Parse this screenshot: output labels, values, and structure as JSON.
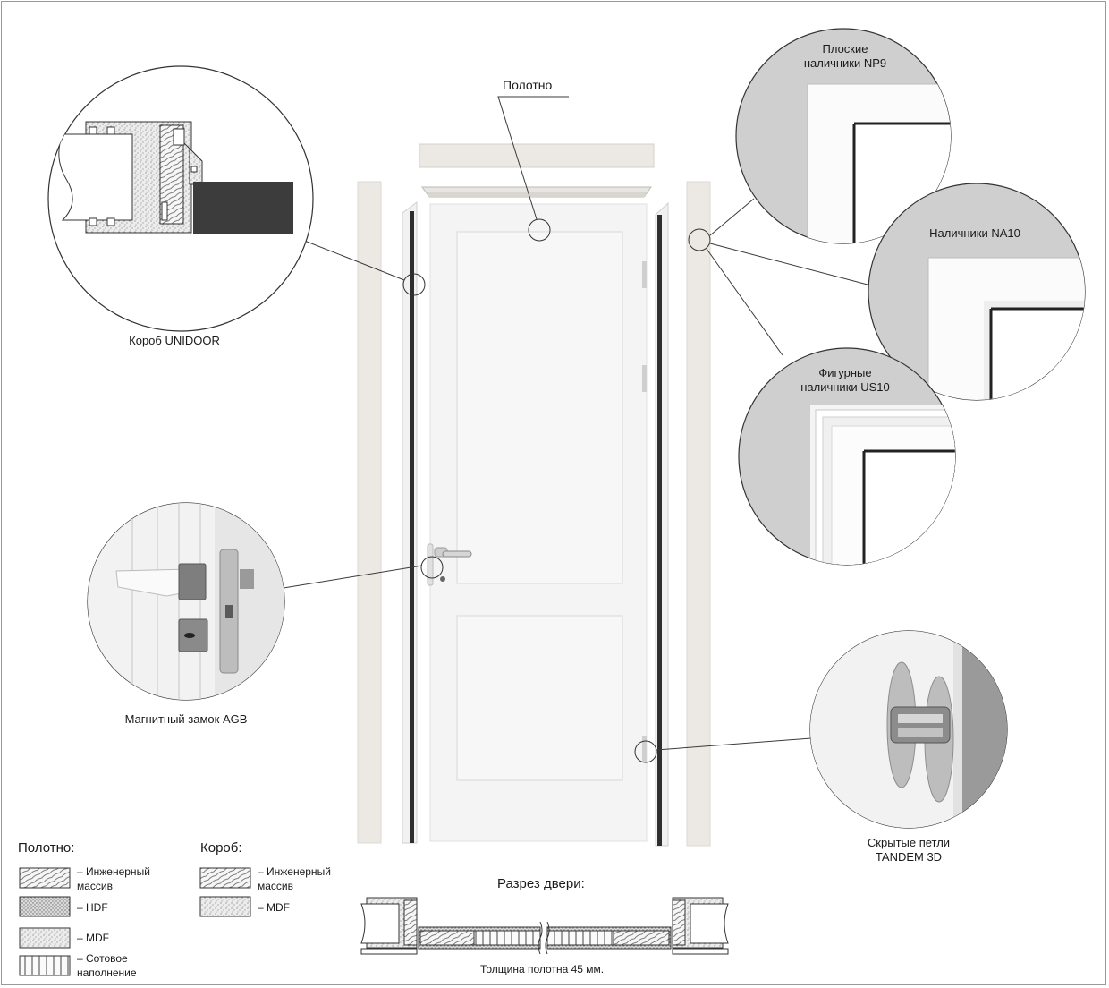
{
  "callouts": {
    "top_label": "Полотно",
    "frame": "Короб UNIDOOR",
    "lock": "Магнитный замок AGB",
    "trim_np9": "Плоские\nналичники NP9",
    "trim_na10": "Наличники NA10",
    "trim_us10": "Фигурные\nналичники US10",
    "hinges": "Скрытые петли\nTANDEM  3D"
  },
  "legend": {
    "leaf": {
      "title": "Полотно:",
      "items": [
        {
          "pattern": "wood",
          "label": "– Инженерный\nмассив"
        },
        {
          "pattern": "hdf",
          "label": "– HDF"
        },
        {
          "pattern": "mdf",
          "label": "– MDF"
        },
        {
          "pattern": "honeycomb",
          "label": "– Сотовое\nнаполнение"
        }
      ]
    },
    "box": {
      "title": "Короб:",
      "items": [
        {
          "pattern": "wood",
          "label": "– Инженерный\nмассив"
        },
        {
          "pattern": "mdf",
          "label": "– MDF"
        }
      ]
    }
  },
  "section": {
    "title": "Разрез двери:",
    "caption": "Толщина полотна 45 мм."
  },
  "colors": {
    "door_white": "#f4f4f4",
    "frame_beige": "#ece8e4",
    "line": "#3a3a3a",
    "hatch": "#555555",
    "dark_wall": "#3c3c3c",
    "grey_photo": "#cfcfcf"
  }
}
